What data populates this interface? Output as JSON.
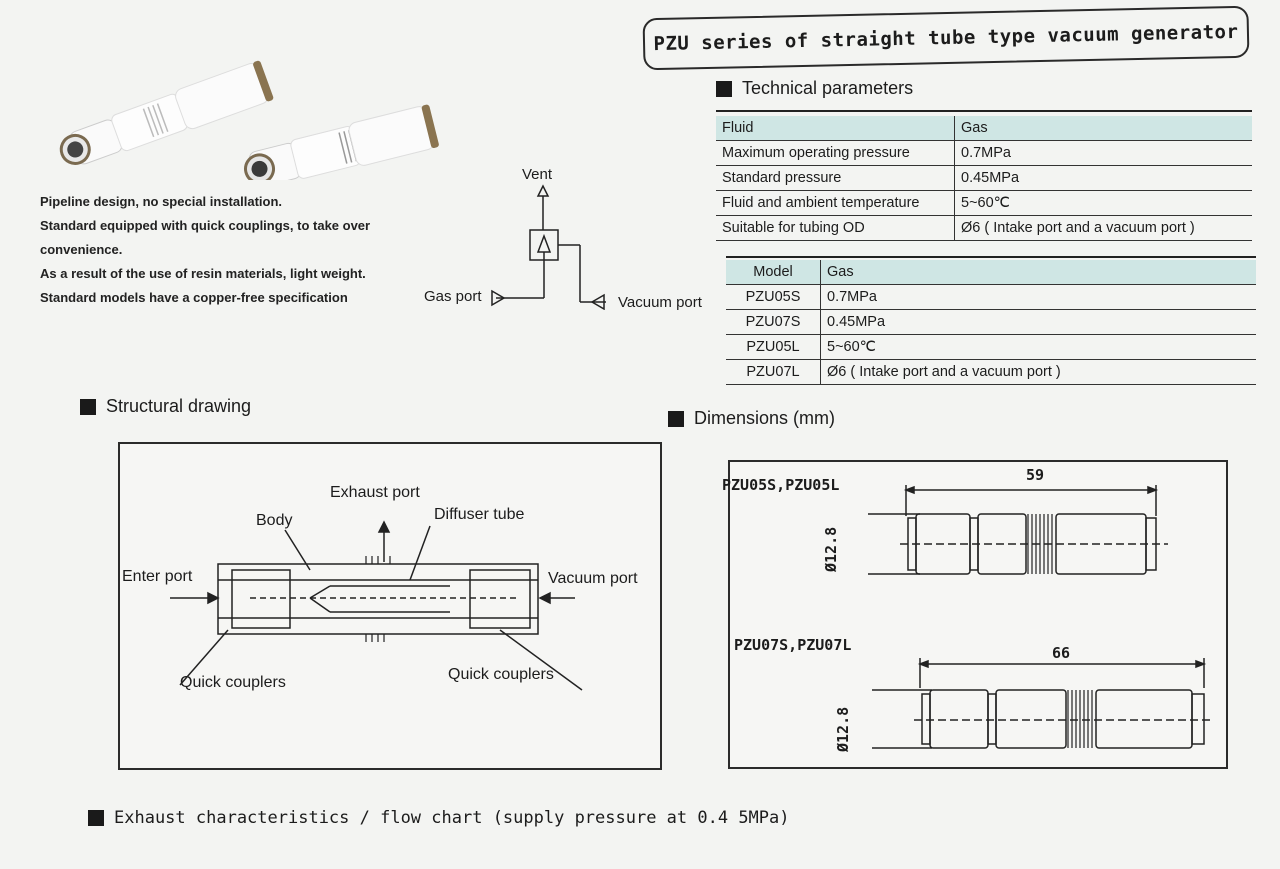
{
  "header": {
    "title": "PZU series of straight tube type vacuum generator"
  },
  "features": [
    "Pipeline design, no special installation.",
    "Standard equipped with quick couplings, to take over convenience.",
    "As a result of the use of resin materials, light weight.",
    "Standard models have a copper-free specification"
  ],
  "symbol": {
    "vent": "Vent",
    "gas_port": "Gas port",
    "vacuum_port": "Vacuum port"
  },
  "tech": {
    "heading": "Technical parameters",
    "rows": [
      {
        "label": "Fluid",
        "value": "Gas"
      },
      {
        "label": "Maximum operating pressure",
        "value": "0.7MPa"
      },
      {
        "label": "Standard pressure",
        "value": "0.45MPa"
      },
      {
        "label": "Fluid and ambient temperature",
        "value": "5~60℃"
      },
      {
        "label": "Suitable for tubing OD",
        "value": "Ø6 ( Intake port and a vacuum port )"
      }
    ]
  },
  "models": {
    "rows": [
      {
        "label": "Model",
        "value": "Gas"
      },
      {
        "label": "PZU05S",
        "value": "0.7MPa"
      },
      {
        "label": "PZU07S",
        "value": "0.45MPa"
      },
      {
        "label": "PZU05L",
        "value": "5~60℃"
      },
      {
        "label": "PZU07L",
        "value": "Ø6 ( Intake port and a vacuum port )"
      }
    ]
  },
  "structural": {
    "heading": "Structural drawing",
    "labels": {
      "exhaust_port": "Exhaust port",
      "body": "Body",
      "diffuser_tube": "Diffuser tube",
      "enter_port": "Enter port",
      "vacuum_port": "Vacuum port",
      "quick_couplers_left": "Quick couplers",
      "quick_couplers_right": "Quick couplers"
    }
  },
  "dimensions": {
    "heading": "Dimensions (mm)",
    "top": {
      "models": "PZU05S,PZU05L",
      "length": "59",
      "diameter": "Ø12.8"
    },
    "bottom": {
      "models": "PZU07S,PZU07L",
      "length": "66",
      "diameter": "Ø12.8"
    }
  },
  "exhaust": {
    "heading": "Exhaust characteristics / flow chart (supply pressure at 0.4 5MPa)"
  }
}
